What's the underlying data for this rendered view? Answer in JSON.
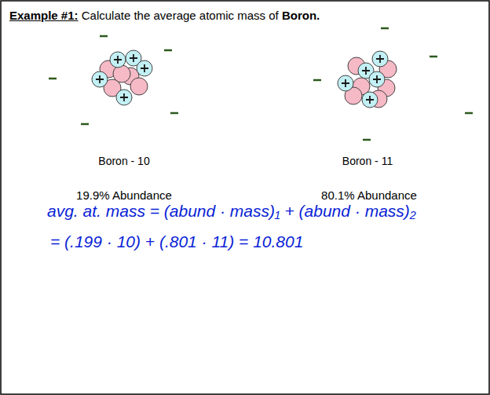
{
  "diagram": {
    "labels": [
      "Example #1:",
      "Calculate the average atomic mass of",
      "Boron.",
      "Boron - 10",
      "Boron - 11",
      "19.9% Abundance",
      "80.1% Abundance",
      "avg. at. mass = (abund · mass)₁ + (abund · mass)₂",
      "= (.199 · 10) + (.801 · 11) = 10.801"
    ]
  }
}
